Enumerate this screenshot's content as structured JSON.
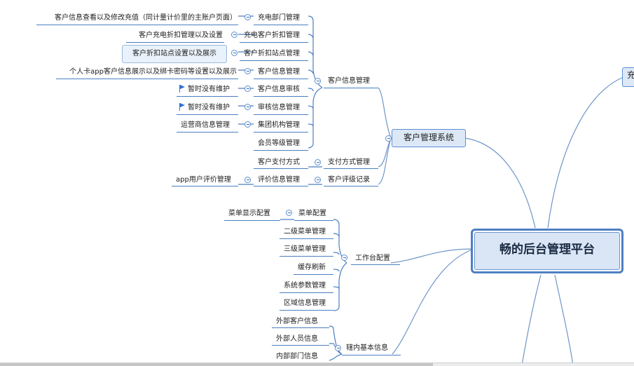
{
  "central": {
    "title": "畅的后台管理平台"
  },
  "top_right_node": {
    "label": "充"
  },
  "customer_mgmt": {
    "title": "客户管理系统",
    "groups": [
      {
        "label": "客户信息管理",
        "items": [
          {
            "label": "充电部门管理",
            "note": "客户信息查看以及修改充值（同计量计价里的主账户页面）"
          },
          {
            "label": "充电客户折扣管理",
            "note": "客户充电折扣管理以及设置"
          },
          {
            "label": "客户折扣站点管理",
            "note": "客户折扣站点设置以及展示"
          },
          {
            "label": "客户信息管理",
            "note": "个人卡app客户信息展示以及绑卡密码等设置以及展示"
          },
          {
            "label": "客户信息审核",
            "note": "暂时没有维护"
          },
          {
            "label": "审核信息管理",
            "note": "暂时没有维护"
          },
          {
            "label": "集团机构管理",
            "note": "运营商信息管理"
          },
          {
            "label": "会员等级管理",
            "note": ""
          }
        ]
      },
      {
        "label": "支付方式管理",
        "items": [
          {
            "label": "客户支付方式",
            "note": ""
          }
        ]
      },
      {
        "label": "客户评级记录",
        "items": [
          {
            "label": "评价信息管理",
            "note": "app用户评价管理"
          }
        ]
      }
    ]
  },
  "workbench": {
    "title": "工作台配置",
    "items": [
      {
        "label": "菜单配置",
        "note": "菜单显示配置"
      },
      {
        "label": "二级菜单管理",
        "note": ""
      },
      {
        "label": "三级菜单管理",
        "note": ""
      },
      {
        "label": "缓存刷新",
        "note": ""
      },
      {
        "label": "系统参数管理",
        "note": ""
      },
      {
        "label": "区域信息管理",
        "note": ""
      }
    ]
  },
  "internal_info": {
    "title": "辖内基本信息",
    "items": [
      {
        "label": "外部客户信息"
      },
      {
        "label": "外部人员信息"
      },
      {
        "label": "内部部门信息"
      }
    ]
  },
  "colors": {
    "line": "#4a7fc1",
    "branch": "#6f95c8",
    "node_fill": "#dde8f6",
    "flag": "#2f6fd0"
  },
  "icons": {
    "collapse": "collapse-circle-icon",
    "flag": "flag-icon"
  }
}
